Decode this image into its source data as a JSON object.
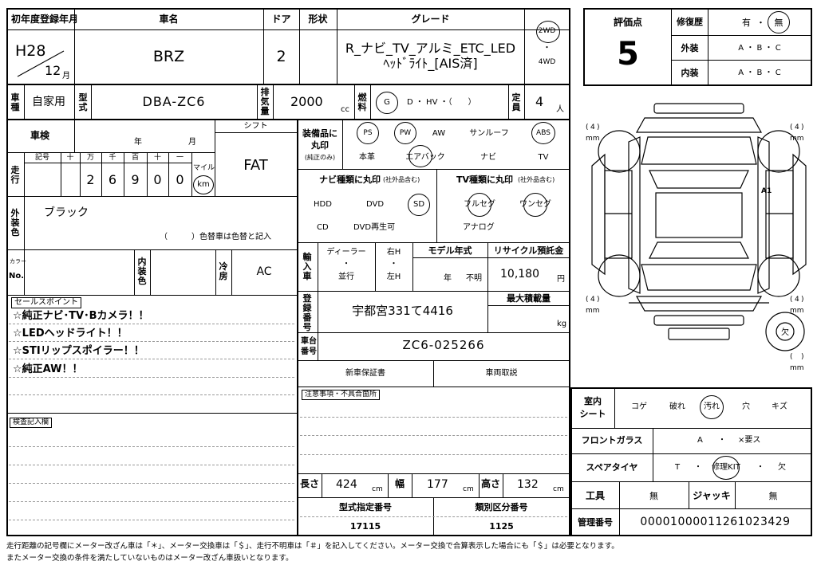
{
  "header": {
    "first_reg_label": "初年度登録年月",
    "first_reg_era_year": "H28",
    "first_reg_month": "12",
    "month_unit": "月",
    "car_name_label": "車名",
    "car_name": "BRZ",
    "doors_label": "ドア",
    "doors": "2",
    "shape_label": "形状",
    "grade_label": "グレード",
    "grade_line1": "R_ナビ_TV_アルミ_ETC_LED",
    "grade_line2": "ﾍｯﾄﾞﾗｲﾄ_[AIS済]",
    "drive_2wd": "2WD",
    "drive_sep": "・",
    "drive_4wd": "4WD"
  },
  "evaluation": {
    "score_label": "評価点",
    "score": "5",
    "repair_label": "修復歴",
    "repair_yes": "有",
    "repair_sep": "・",
    "repair_no": "無",
    "exterior_label": "外装",
    "interior_label": "内装",
    "grade_scale": "A ・ B ・ C"
  },
  "row2": {
    "category_label": "車種",
    "category": "自家用",
    "model_label": "型式",
    "model": "DBA-ZC6",
    "displacement_label": "排気量",
    "displacement": "2000",
    "cc": "cc",
    "fuel_label": "燃料",
    "fuel_g": "G",
    "fuel_rest": "D ・ HV ・（　　）",
    "capacity_label": "定員",
    "capacity": "4",
    "person_unit": "人"
  },
  "inspection": {
    "label": "車検",
    "year_unit": "年",
    "month_unit": "月",
    "shift_label": "シフト",
    "shift": "FAT",
    "mileage_label": "走行",
    "symbol_label": "記号",
    "digit_labels": [
      "十",
      "万",
      "千",
      "百",
      "十",
      "一"
    ],
    "digits": [
      "",
      "2",
      "6",
      "9",
      "0",
      "0"
    ],
    "mile_label": "マイル",
    "km_label": "km"
  },
  "color": {
    "label": "外装色",
    "value": "ブラック",
    "change_note": "（　　　）色替車は色替と記入",
    "color_no_label_top": "カラー",
    "color_no_label": "No.",
    "interior_color_label": "内装色",
    "ac_label": "冷房",
    "ac": "AC"
  },
  "sales_points": {
    "label": "セールスポイント",
    "lines": [
      "☆純正ナビ･TV･Bカメラ！！",
      "☆LEDヘッドライト！！",
      "☆STIリップスポイラー！！",
      "☆純正AW！！"
    ]
  },
  "inspect_notes_label": "検査記入欄",
  "equipment": {
    "label_line1": "装備品に",
    "label_line2": "丸印",
    "label_line3": "(純正のみ)",
    "items_top": [
      "PS",
      "PW",
      "AW",
      "サンルーフ",
      "ABS"
    ],
    "items_bottom": [
      "本革",
      "エアバック",
      "ナビ",
      "TV"
    ]
  },
  "navi": {
    "label": "ナビ種類に丸印",
    "note": "(社外品含む)",
    "items": [
      "HDD",
      "DVD",
      "SD",
      "CD",
      "DVD再生可"
    ]
  },
  "tv": {
    "label": "TV種類に丸印",
    "note": "(社外品含む)",
    "items": [
      "フルセグ",
      "ワンセグ",
      "アナログ"
    ]
  },
  "import": {
    "label": "輸入車",
    "dealer": "ディーラー",
    "dot": "・",
    "parallel": "並行",
    "right_h": "右H",
    "left_h": "左H",
    "model_year_label": "モデル年式",
    "year_unit": "年",
    "unknown": "不明",
    "recycle_label": "リサイクル預託金",
    "recycle": "10,180",
    "yen": "円"
  },
  "registration": {
    "label": "登録番号",
    "value": "宇都宮331て4416",
    "max_load_label": "最大積載量",
    "kg": "kg"
  },
  "chassis": {
    "label": "車台番号",
    "value": "ZC6-025266"
  },
  "docs": {
    "warranty": "新車保証書",
    "manual": "車両取説"
  },
  "caution_label": "注意事項・不具合箇所",
  "dimensions": {
    "length_label": "長さ",
    "length": "424",
    "width_label": "幅",
    "width": "177",
    "height_label": "高さ",
    "height": "132",
    "unit": "cm",
    "type_no_label": "型式指定番号",
    "type_no": "17115",
    "class_no_label": "類別区分番号",
    "class_no": "1125"
  },
  "interior": {
    "seat_label_1": "室内",
    "seat_label_2": "シート",
    "seat_items": [
      "コゲ",
      "破れ",
      "汚れ",
      "穴",
      "キズ"
    ],
    "glass_label": "フロントガラス",
    "glass_a": "A",
    "glass_dot": "・",
    "glass_x": "×要ス",
    "spare_label": "スペアタイヤ",
    "spare_t": "T",
    "spare_dot": "・",
    "spare_kit": "修理KIT",
    "spare_missing": "欠",
    "tools_label": "工具",
    "tools": "無",
    "jack_label": "ジャッキ",
    "jack": "無",
    "mgmt_label": "管理番号",
    "mgmt_no": "000010000112610234 29"
  },
  "diagram": {
    "tire_value": "4",
    "tire_unit": "mm",
    "mark_a1": "A1",
    "missing_mark": "欠"
  },
  "footer": {
    "line1": "走行距離の記号欄にメーター改ざん車は「＊」、メーター交換車は「＄」、走行不明車は「＃」を記入してください。メーター交換で合算表示した場合にも「＄」は必要となります。",
    "line2": "またメーター交換の条件を満たしていないものはメーター改ざん車扱いとなります。"
  }
}
